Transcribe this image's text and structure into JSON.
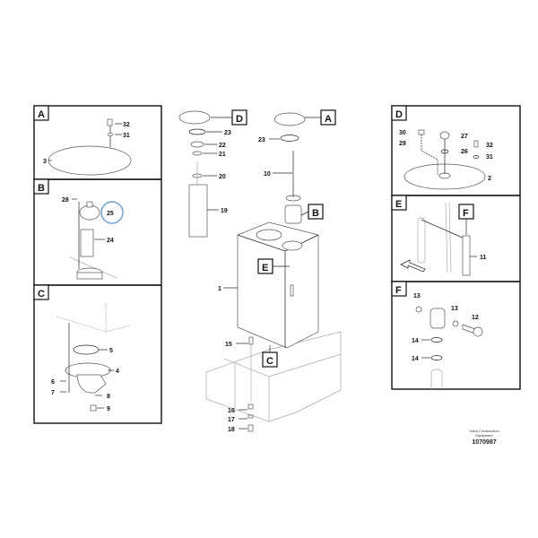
{
  "panels": {
    "A": {
      "flag": "A",
      "labels": [
        "32",
        "31",
        "3"
      ]
    },
    "B": {
      "flag": "B",
      "labels": [
        "28",
        "25",
        "24"
      ]
    },
    "C": {
      "flag": "C",
      "labels": [
        "5",
        "4",
        "6",
        "7",
        "8",
        "9"
      ]
    },
    "D": {
      "flag": "D",
      "labels": [
        "30",
        "29",
        "27",
        "26",
        "32",
        "31",
        "2"
      ]
    },
    "E": {
      "flag": "E",
      "callout": "F",
      "labels": [
        "11"
      ]
    },
    "F": {
      "flag": "F",
      "labels": [
        "13",
        "13",
        "12",
        "14",
        "14"
      ]
    }
  },
  "main": {
    "callouts": [
      "D",
      "A",
      "B",
      "E",
      "C"
    ],
    "labels": [
      "23",
      "22",
      "21",
      "20",
      "19",
      "23",
      "10",
      "1",
      "15",
      "16",
      "17",
      "18"
    ]
  },
  "footer": {
    "company_line1": "Volvo Construction",
    "company_line2": "Equipment",
    "doc_number": "1070987"
  },
  "highlight_color": "#6f9fd8"
}
